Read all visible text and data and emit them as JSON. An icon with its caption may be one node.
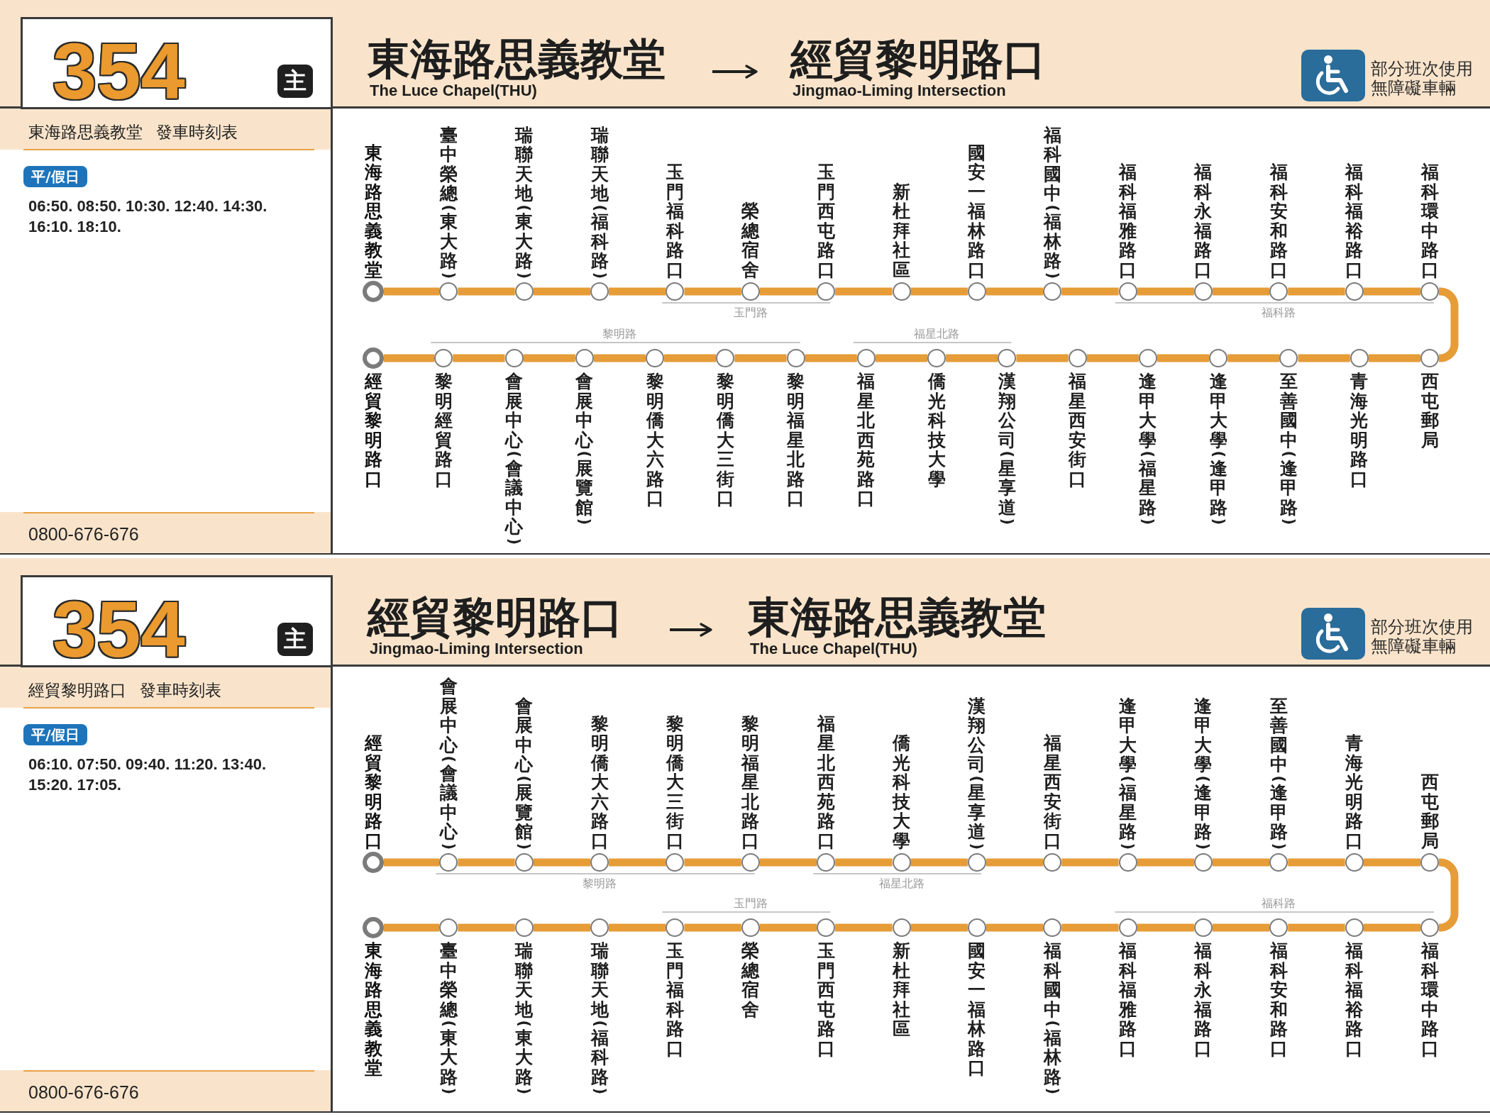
{
  "diagram": {
    "nodes": [
      {
        "text": [
          "354"
        ]
      },
      {
        "text": [
          "主"
        ],
        "in": 0
      },
      {
        "text": [
          "東海路思義教堂",
          "The Luce Chapel(THU)"
        ]
      },
      {
        "text": [
          "經貿黎明路口",
          "Jingmao-Liming Intersection"
        ]
      },
      {
        "text": [
          "平/假日"
        ]
      },
      {
        "text": [],
        "shape": "circle",
        "beside": [
          "東海路思義教堂"
        ]
      },
      {
        "text": [],
        "shape": "circle",
        "beside": [
          "臺中榮總(東大路)"
        ]
      },
      {
        "text": [],
        "shape": "circle",
        "beside": [
          "瑞聯天地(東大路)"
        ]
      },
      {
        "text": [],
        "shape": "circle",
        "beside": [
          "瑞聯天地(福科路)"
        ]
      },
      {
        "text": [],
        "shape": "circle",
        "beside": [
          "玉門福科路口"
        ]
      },
      {
        "text": [],
        "shape": "circle",
        "beside": [
          "榮總宿舍"
        ]
      },
      {
        "text": [],
        "shape": "circle",
        "beside": [
          "玉門西屯路口"
        ]
      },
      {
        "text": [],
        "shape": "circle",
        "beside": [
          "新杜拜社區"
        ]
      },
      {
        "text": [],
        "shape": "circle",
        "beside": [
          "國安一福林路口"
        ]
      },
      {
        "text": [],
        "shape": "circle",
        "beside": [
          "福科國中(福林路)"
        ]
      },
      {
        "text": [],
        "shape": "circle",
        "beside": [
          "福科福雅路口"
        ]
      },
      {
        "text": [],
        "shape": "circle",
        "beside": [
          "福科永福路口"
        ]
      },
      {
        "text": [],
        "shape": "circle",
        "beside": [
          "福科安和路口"
        ]
      },
      {
        "text": [],
        "shape": "circle",
        "beside": [
          "福科福裕路口"
        ]
      },
      {
        "text": [],
        "shape": "circle",
        "beside": [
          "福科環中路口"
        ]
      },
      {
        "text": [],
        "shape": "circle",
        "beside": [
          "西屯郵局"
        ]
      },
      {
        "text": [],
        "shape": "circle",
        "beside": [
          "青海光明路口"
        ]
      },
      {
        "text": [],
        "shape": "circle",
        "beside": [
          "至善國中(逢甲路)"
        ]
      },
      {
        "text": [],
        "shape": "circle",
        "beside": [
          "逢甲大學(逢甲路)"
        ]
      },
      {
        "text": [],
        "shape": "circle",
        "beside": [
          "逢甲大學(福星路)"
        ]
      },
      {
        "text": [],
        "shape": "circle",
        "beside": [
          "福星西安街口"
        ]
      },
      {
        "text": [],
        "shape": "circle",
        "beside": [
          "漢翔公司(星享道)"
        ]
      },
      {
        "text": [],
        "shape": "circle",
        "beside": [
          "僑光科技大學"
        ]
      },
      {
        "text": [],
        "shape": "circle",
        "beside": [
          "福星北西苑路口"
        ]
      },
      {
        "text": [],
        "shape": "circle",
        "beside": [
          "黎明福星北路口"
        ]
      },
      {
        "text": [],
        "shape": "circle",
        "beside": [
          "黎明僑大三街口"
        ]
      },
      {
        "text": [],
        "shape": "circle",
        "beside": [
          "黎明僑大六路口"
        ]
      },
      {
        "text": [],
        "shape": "circle",
        "beside": [
          "會展中心(展覽館)"
        ]
      },
      {
        "text": [],
        "shape": "circle",
        "beside": [
          "會展中心(會議中心)"
        ]
      },
      {
        "text": [],
        "shape": "circle",
        "beside": [
          "黎明經貿路口"
        ]
      },
      {
        "text": [],
        "shape": "circle",
        "beside": [
          "經貿黎明路口"
        ]
      },
      {
        "text": [
          "354"
        ]
      },
      {
        "text": [
          "主"
        ],
        "in": 36
      },
      {
        "text": [
          "經貿黎明路口",
          "Jingmao-Liming Intersection"
        ]
      },
      {
        "text": [
          "東海路思義教堂",
          "The Luce Chapel(THU)"
        ]
      },
      {
        "text": [
          "平/假日"
        ]
      },
      {
        "text": [],
        "shape": "circle",
        "beside": [
          "經貿黎明路口"
        ]
      },
      {
        "text": [],
        "shape": "circle",
        "beside": [
          "會展中心(會議中心)"
        ]
      },
      {
        "text": [],
        "shape": "circle",
        "beside": [
          "會展中心(展覽館)"
        ]
      },
      {
        "text": [],
        "shape": "circle",
        "beside": [
          "黎明僑大六路口"
        ]
      },
      {
        "text": [],
        "shape": "circle",
        "beside": [
          "黎明僑大三街口"
        ]
      },
      {
        "text": [],
        "shape": "circle",
        "beside": [
          "黎明福星北路口"
        ]
      },
      {
        "text": [],
        "shape": "circle",
        "beside": [
          "福星北西苑路口"
        ]
      },
      {
        "text": [],
        "shape": "circle",
        "beside": [
          "僑光科技大學"
        ]
      },
      {
        "text": [],
        "shape": "circle",
        "beside": [
          "漢翔公司(星享道)"
        ]
      },
      {
        "text": [],
        "shape": "circle",
        "beside": [
          "福星西安街口"
        ]
      },
      {
        "text": [],
        "shape": "circle",
        "beside": [
          "逢甲大學(福星路)"
        ]
      },
      {
        "text": [],
        "shape": "circle",
        "beside": [
          "逢甲大學(逢甲路)"
        ]
      },
      {
        "text": [],
        "shape": "circle",
        "beside": [
          "至善國中(逢甲路)"
        ]
      },
      {
        "text": [],
        "shape": "circle",
        "beside": [
          "青海光明路口"
        ]
      },
      {
        "text": [],
        "shape": "circle",
        "beside": [
          "西屯郵局"
        ]
      },
      {
        "text": [],
        "shape": "circle",
        "beside": [
          "福科環中路口"
        ]
      },
      {
        "text": [],
        "shape": "circle",
        "beside": [
          "福科福裕路口"
        ]
      },
      {
        "text": [],
        "shape": "circle",
        "beside": [
          "福科安和路口"
        ]
      },
      {
        "text": [],
        "shape": "circle",
        "beside": [
          "福科永福路口"
        ]
      },
      {
        "text": [],
        "shape": "circle",
        "beside": [
          "福科福雅路口"
        ]
      },
      {
        "text": [],
        "shape": "circle",
        "beside": [
          "福科國中(福林路)"
        ]
      },
      {
        "text": [],
        "shape": "circle",
        "beside": [
          "國安一福林路口"
        ]
      },
      {
        "text": [],
        "shape": "circle",
        "beside": [
          "新杜拜社區"
        ]
      },
      {
        "text": [],
        "shape": "circle",
        "beside": [
          "玉門西屯路口"
        ]
      },
      {
        "text": [],
        "shape": "circle",
        "beside": [
          "榮總宿舍"
        ]
      },
      {
        "text": [],
        "shape": "circle",
        "beside": [
          "玉門福科路口"
        ]
      },
      {
        "text": [],
        "shape": "circle",
        "beside": [
          "瑞聯天地(福科路)"
        ]
      },
      {
        "text": [],
        "shape": "circle",
        "beside": [
          "瑞聯天地(東大路)"
        ]
      },
      {
        "text": [],
        "shape": "circle",
        "beside": [
          "臺中榮總(東大路)"
        ]
      },
      {
        "text": [],
        "shape": "circle",
        "beside": [
          "東海路思義教堂"
        ]
      }
    ],
    "edges": [
      {
        "from": 2,
        "to": 3,
        "arrow": "to",
        "color": "#1e1e1e"
      },
      {
        "from": 5,
        "to": 6,
        "arrow": "none"
      },
      {
        "from": 6,
        "to": 7,
        "arrow": "none"
      },
      {
        "from": 7,
        "to": 8,
        "arrow": "none"
      },
      {
        "from": 8,
        "to": 9,
        "arrow": "none"
      },
      {
        "from": 9,
        "to": 10,
        "arrow": "none"
      },
      {
        "from": 10,
        "to": 11,
        "arrow": "none"
      },
      {
        "from": 11,
        "to": 12,
        "arrow": "none"
      },
      {
        "from": 12,
        "to": 13,
        "arrow": "none"
      },
      {
        "from": 13,
        "to": 14,
        "arrow": "none"
      },
      {
        "from": 14,
        "to": 15,
        "arrow": "none"
      },
      {
        "from": 15,
        "to": 16,
        "arrow": "none"
      },
      {
        "from": 16,
        "to": 17,
        "arrow": "none"
      },
      {
        "from": 17,
        "to": 18,
        "arrow": "none"
      },
      {
        "from": 18,
        "to": 19,
        "arrow": "none"
      },
      {
        "from": 19,
        "to": 20,
        "arrow": "none"
      },
      {
        "from": 20,
        "to": 21,
        "arrow": "none"
      },
      {
        "from": 21,
        "to": 22,
        "arrow": "none"
      },
      {
        "from": 22,
        "to": 23,
        "arrow": "none"
      },
      {
        "from": 23,
        "to": 24,
        "arrow": "none"
      },
      {
        "from": 24,
        "to": 25,
        "arrow": "none"
      },
      {
        "from": 25,
        "to": 26,
        "arrow": "none"
      },
      {
        "from": 26,
        "to": 27,
        "arrow": "none"
      },
      {
        "from": 27,
        "to": 28,
        "arrow": "none"
      },
      {
        "from": 28,
        "to": 29,
        "arrow": "none"
      },
      {
        "from": 29,
        "to": 30,
        "arrow": "none"
      },
      {
        "from": 30,
        "to": 31,
        "arrow": "none"
      },
      {
        "from": 31,
        "to": 32,
        "arrow": "none"
      },
      {
        "from": 32,
        "to": 33,
        "arrow": "none"
      },
      {
        "from": 33,
        "to": 34,
        "arrow": "none"
      },
      {
        "from": 34,
        "to": 35,
        "arrow": "none"
      },
      {
        "from": 38,
        "to": 39,
        "arrow": "to",
        "color": "#1e1e1e"
      },
      {
        "from": 41,
        "to": 42,
        "arrow": "none"
      },
      {
        "from": 42,
        "to": 43,
        "arrow": "none"
      },
      {
        "from": 43,
        "to": 44,
        "arrow": "none"
      },
      {
        "from": 44,
        "to": 45,
        "arrow": "none"
      },
      {
        "from": 45,
        "to": 46,
        "arrow": "none"
      },
      {
        "from": 46,
        "to": 47,
        "arrow": "none"
      },
      {
        "from": 47,
        "to": 48,
        "arrow": "none"
      },
      {
        "from": 48,
        "to": 49,
        "arrow": "none"
      },
      {
        "from": 49,
        "to": 50,
        "arrow": "none"
      },
      {
        "from": 50,
        "to": 51,
        "arrow": "none"
      },
      {
        "from": 51,
        "to": 52,
        "arrow": "none"
      },
      {
        "from": 52,
        "to": 53,
        "arrow": "none"
      },
      {
        "from": 53,
        "to": 54,
        "arrow": "none"
      },
      {
        "from": 54,
        "to": 55,
        "arrow": "none"
      },
      {
        "from": 55,
        "to": 56,
        "arrow": "none"
      },
      {
        "from": 56,
        "to": 57,
        "arrow": "none"
      },
      {
        "from": 57,
        "to": 58,
        "arrow": "none"
      },
      {
        "from": 58,
        "to": 59,
        "arrow": "none"
      },
      {
        "from": 59,
        "to": 60,
        "arrow": "none"
      },
      {
        "from": 60,
        "to": 61,
        "arrow": "none"
      },
      {
        "from": 61,
        "to": 62,
        "arrow": "none"
      },
      {
        "from": 62,
        "to": 63,
        "arrow": "none"
      },
      {
        "from": 63,
        "to": 64,
        "arrow": "none"
      },
      {
        "from": 64,
        "to": 65,
        "arrow": "none"
      },
      {
        "from": 65,
        "to": 66,
        "arrow": "none"
      },
      {
        "from": 66,
        "to": 67,
        "arrow": "none"
      },
      {
        "from": 67,
        "to": 68,
        "arrow": "none"
      },
      {
        "from": 68,
        "to": 69,
        "arrow": "none"
      },
      {
        "from": 69,
        "to": 70,
        "arrow": "none"
      }
    ],
    "labels": [
      "部分班次使用無障礙車輛",
      "東海路思義教堂 發車時刻表",
      "06:50. 08:50. 10:30. 12:40. 14:30. 16:10. 18:10.",
      "玉門路",
      "福科路",
      "黎明路",
      "福星北路",
      "0800-676-676",
      "部分班次使用無障礙車輛",
      "經貿黎明路口 發車時刻表",
      "06:10. 07:50. 09:40. 11:20. 13:40. 15:20. 17:05.",
      "黎明路",
      "福星北路",
      "玉門路",
      "福科路",
      "0800-676-676"
    ]
  }
}
